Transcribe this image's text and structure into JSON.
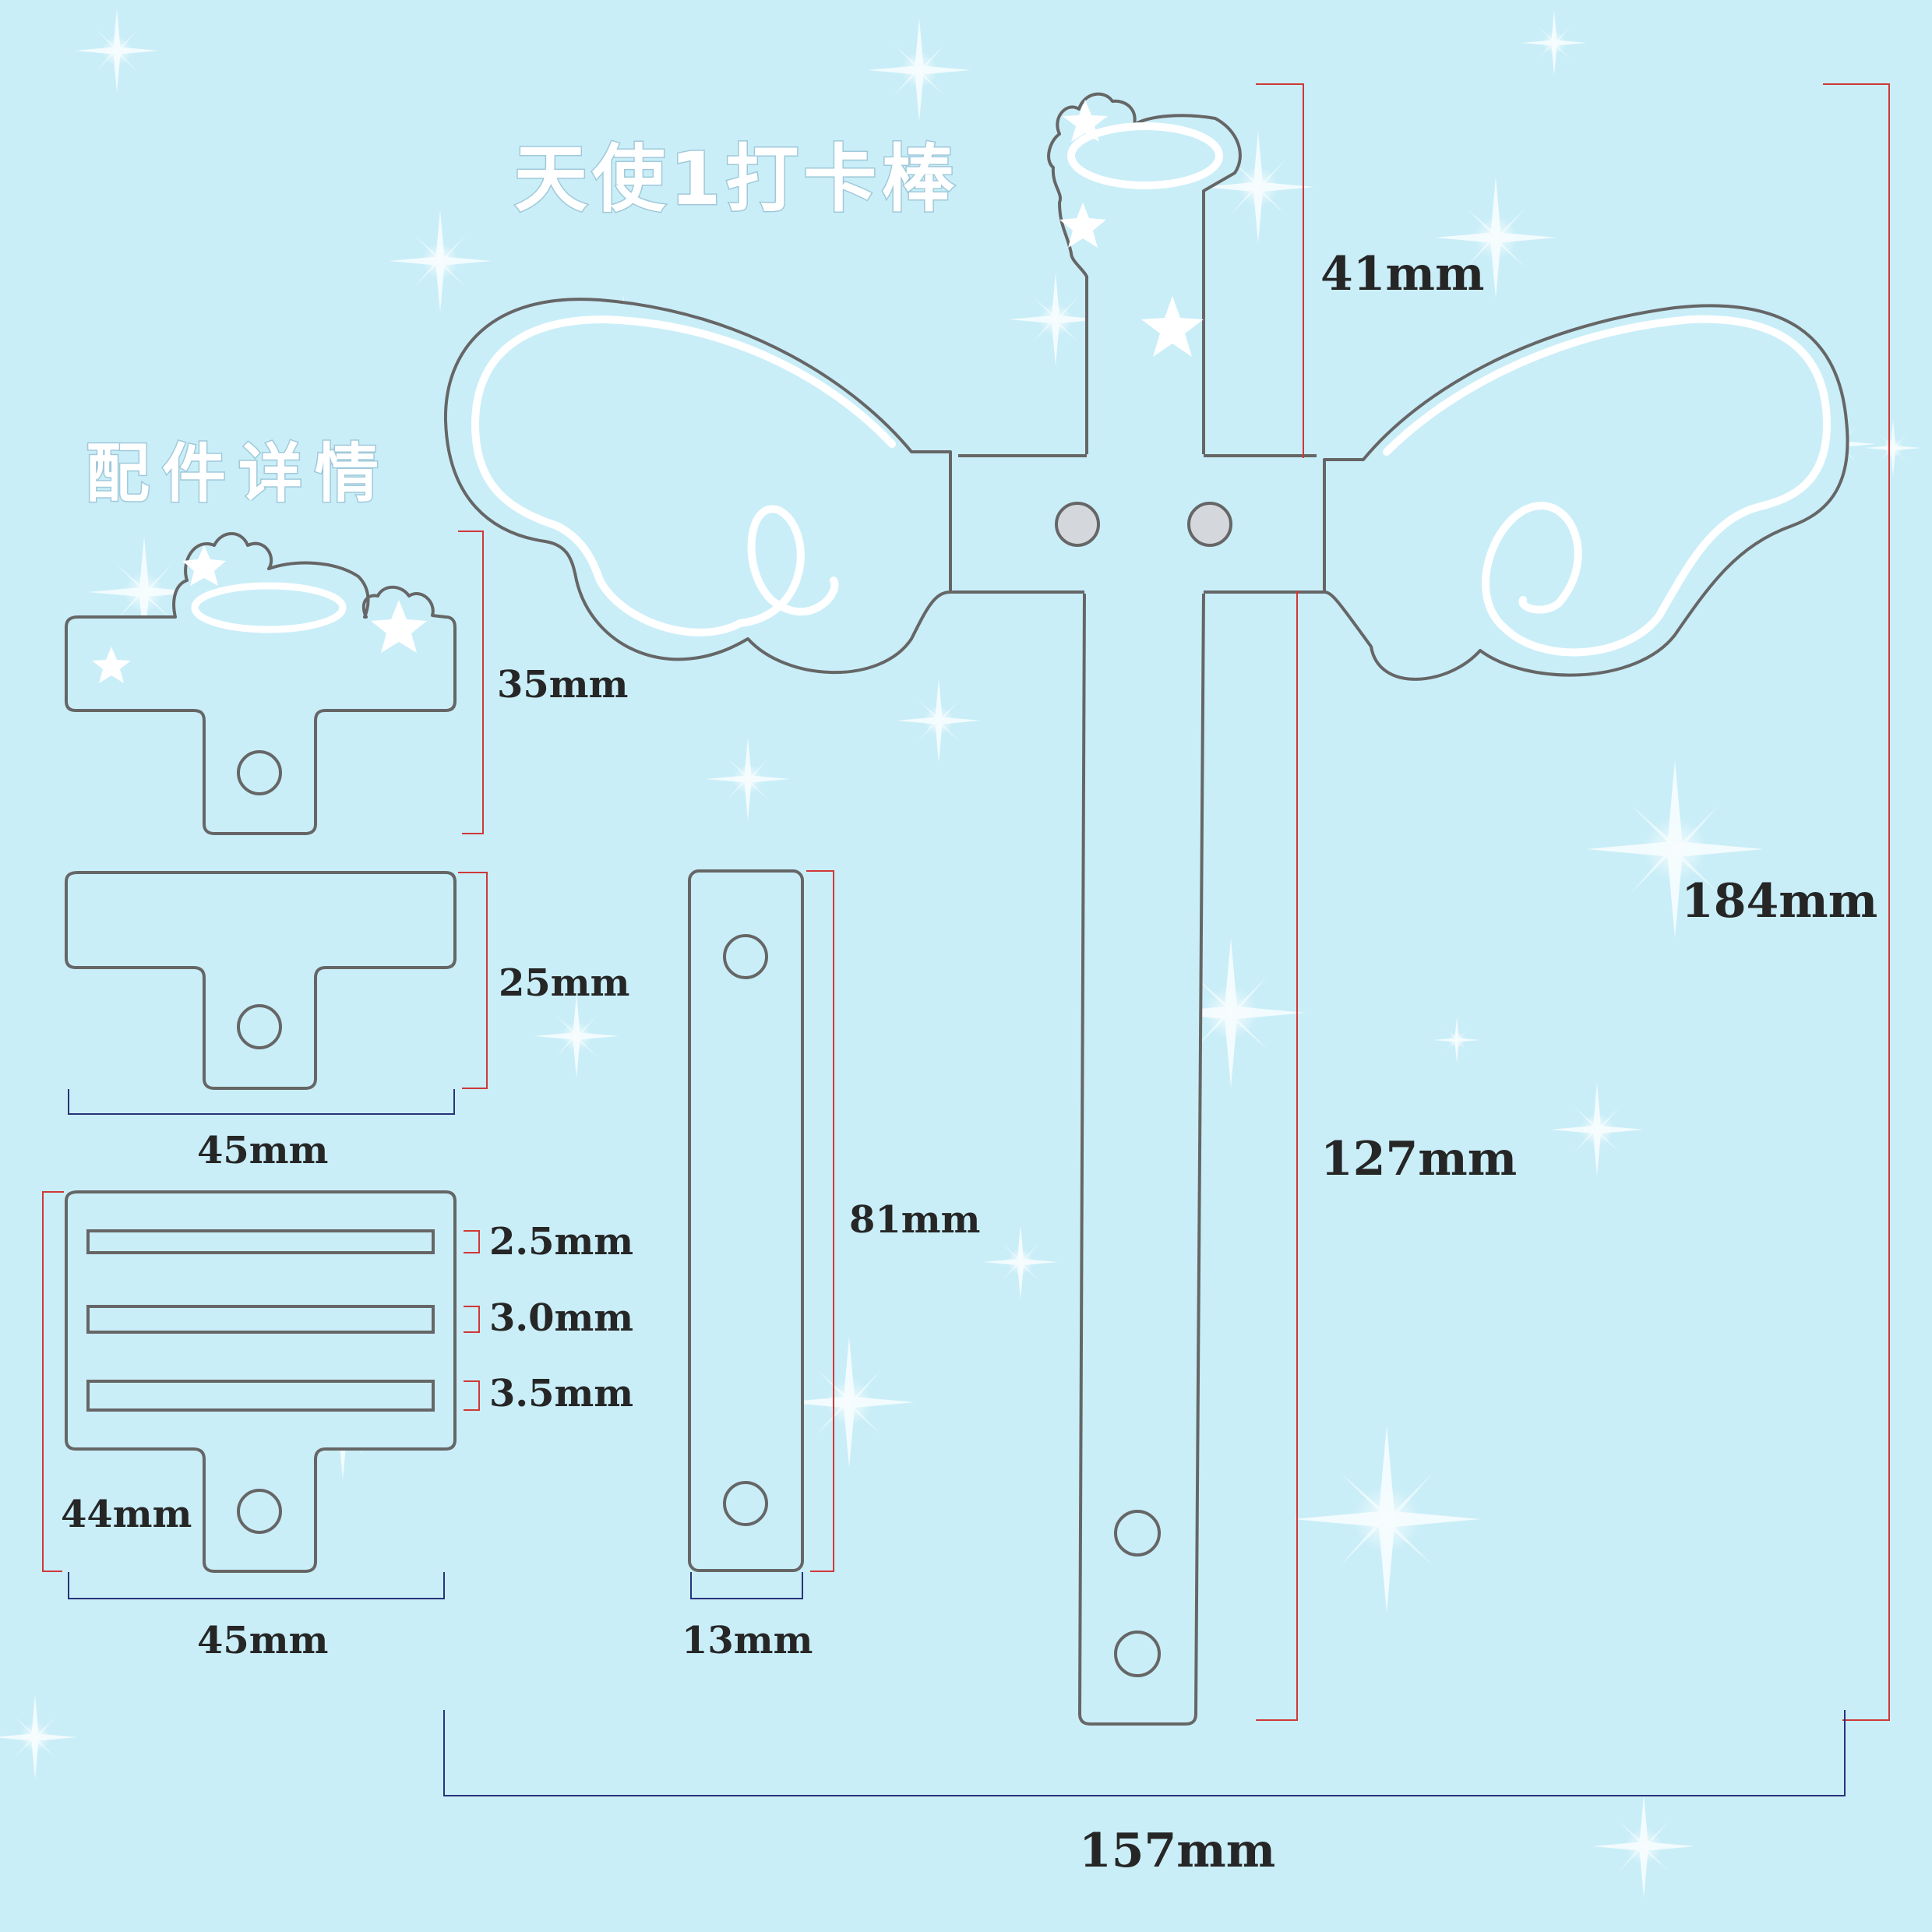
{
  "titles": {
    "main": "天使1打卡棒",
    "accessories": "配件详情"
  },
  "dimensions": {
    "halo_top_height": "41mm",
    "total_height": "184mm",
    "stick_length": "127mm",
    "total_width": "157mm",
    "accessory_a_height": "35mm",
    "accessory_b_height": "25mm",
    "accessory_width_1": "45mm",
    "slot_1": "2.5mm",
    "slot_2": "3.0mm",
    "slot_3": "3.5mm",
    "accessory_c_height": "44mm",
    "accessory_width_2": "45mm",
    "bar_height": "81mm",
    "bar_width": "13mm"
  },
  "colors": {
    "background": "#c9eef8",
    "outline": "#666666",
    "dimension_line_vertical": "#d03838",
    "dimension_line_horizontal": "#29337a"
  }
}
